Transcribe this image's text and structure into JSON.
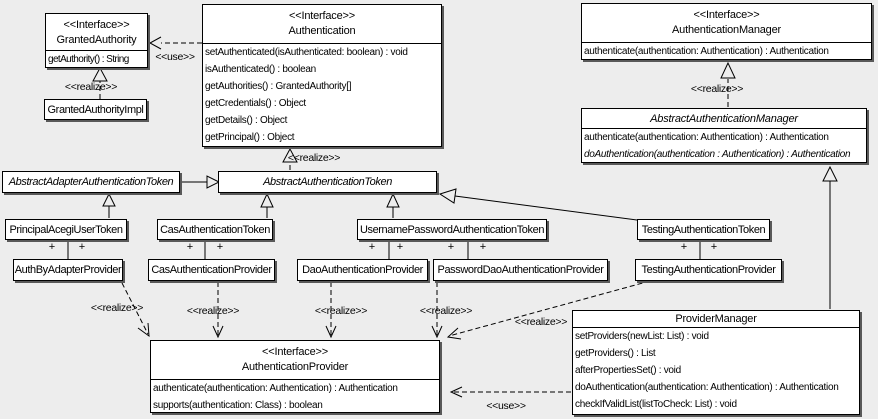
{
  "colors": {
    "background": "#ededed",
    "box_fill": "#ffffff",
    "box_border": "#000000",
    "box_shadow": "#595959"
  },
  "edge_labels": {
    "use": "<<use>>",
    "realize": "<<realize>>",
    "plus": "+"
  },
  "classes": {
    "granted_authority": {
      "stereotype": "<<Interface>>",
      "name": "GrantedAuthority",
      "methods": [
        "getAuthority() : String"
      ]
    },
    "granted_authority_impl": {
      "name": "GrantedAuthorityImpl"
    },
    "authentication": {
      "stereotype": "<<Interface>>",
      "name": "Authentication",
      "methods": [
        "setAuthenticated(isAuthenticated: boolean) : void",
        "isAuthenticated() : boolean",
        "getAuthorities() : GrantedAuthority[]",
        "getCredentials() : Object",
        "getDetails() : Object",
        "getPrincipal() : Object"
      ]
    },
    "authentication_manager": {
      "stereotype": "<<Interface>>",
      "name": "AuthenticationManager",
      "methods": [
        "authenticate(authentication: Authentication) : Authentication"
      ]
    },
    "abstract_authentication_manager": {
      "name": "AbstractAuthenticationManager",
      "methods": [
        "authenticate(authentication: Authentication) : Authentication",
        "doAuthentication(authentication : Authentication) : Authentication"
      ]
    },
    "abstract_adapter_authentication_token": {
      "name": "AbstractAdapterAuthenticationToken"
    },
    "abstract_authentication_token": {
      "name": "AbstractAuthenticationToken"
    },
    "principal_acegi_user_token": {
      "name": "PrincipalAcegiUserToken"
    },
    "cas_authentication_token": {
      "name": "CasAuthenticationToken"
    },
    "username_password_authentication_token": {
      "name": "UsernamePasswordAuthenticationToken"
    },
    "testing_authentication_token": {
      "name": "TestingAuthenticationToken"
    },
    "auth_by_adapter_provider": {
      "name": "AuthByAdapterProvider"
    },
    "cas_authentication_provider": {
      "name": "CasAuthenticationProvider"
    },
    "dao_authentication_provider": {
      "name": "DaoAuthenticationProvider"
    },
    "password_dao_authentication_provider": {
      "name": "PasswordDaoAuthenticationProvider"
    },
    "testing_authentication_provider": {
      "name": "TestingAuthenticationProvider"
    },
    "authentication_provider": {
      "stereotype": "<<Interface>>",
      "name": "AuthenticationProvider",
      "methods": [
        "authenticate(authentication: Authentication) : Authentication",
        "supports(authentication: Class) : boolean"
      ]
    },
    "provider_manager": {
      "name": "ProviderManager",
      "methods": [
        "setProviders(newList: List) : void",
        "getProviders() : List",
        "afterPropertiesSet() : void",
        "doAuthentication(authentication: Authentication) : Authentication",
        "checkIfValidList(listToCheck: List) : void"
      ]
    }
  }
}
